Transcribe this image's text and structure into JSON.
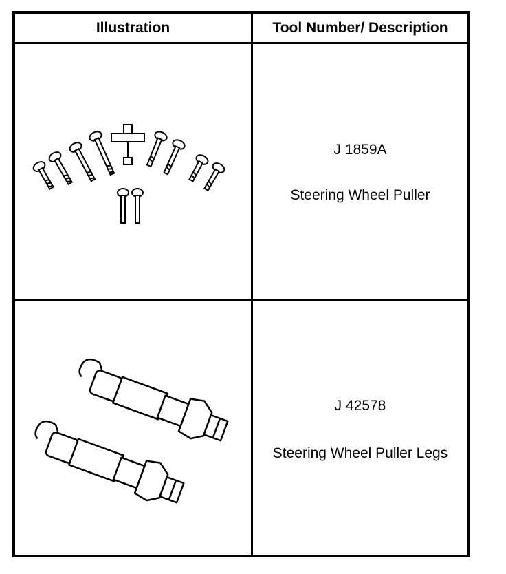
{
  "table": {
    "header": {
      "illustration": "Illustration",
      "tool_description": "Tool Number/ Description"
    },
    "rows": [
      {
        "tool_number": "J 1859A",
        "description": "Steering Wheel Puller",
        "illustration_icon": "steering-wheel-puller-icon"
      },
      {
        "tool_number": "J 42578",
        "description": "Steering Wheel Puller Legs",
        "illustration_icon": "steering-wheel-puller-legs-icon"
      }
    ]
  }
}
